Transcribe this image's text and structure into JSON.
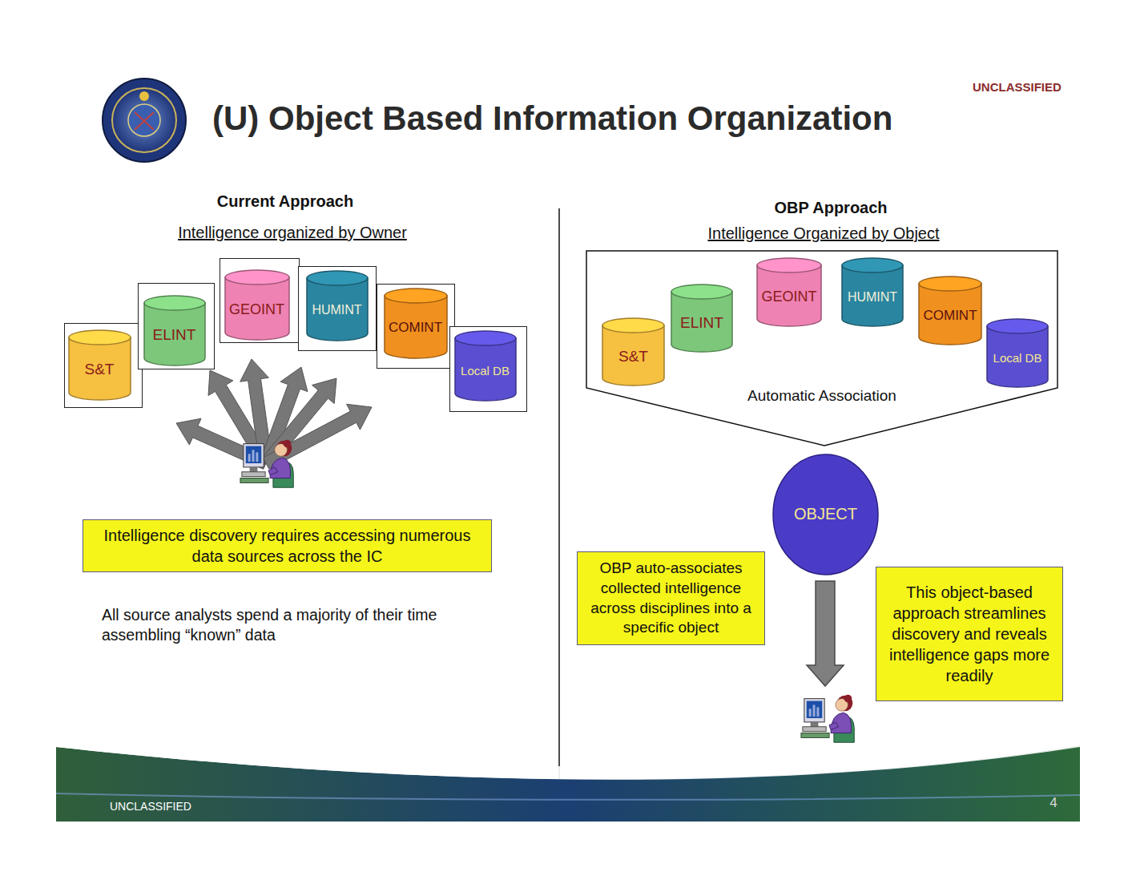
{
  "diagram": {
    "title": "(U) Object Based Information Organization",
    "nodes": [
      {
        "text": [
          "S&T"
        ]
      },
      {
        "text": [
          "ELINT"
        ]
      },
      {
        "text": [
          "GEOINT"
        ]
      },
      {
        "text": [
          "HUMINT"
        ]
      },
      {
        "text": [
          "COMINT"
        ]
      },
      {
        "text": [
          "Local DB"
        ]
      },
      {
        "text": [
          "Intelligence discovery requires accessing numerous data sources across the IC"
        ]
      },
      {
        "text": [
          "Automatic Association"
        ]
      },
      {
        "text": [
          "S&T"
        ],
        "in": 7
      },
      {
        "text": [
          "ELINT"
        ],
        "in": 7
      },
      {
        "text": [
          "GEOINT"
        ],
        "in": 7
      },
      {
        "text": [
          "HUMINT"
        ],
        "in": 7
      },
      {
        "text": [
          "COMINT"
        ],
        "in": 7
      },
      {
        "text": [
          "Local DB"
        ],
        "in": 7
      },
      {
        "text": [
          "OBJECT"
        ]
      },
      {
        "text": [
          "OBP auto-associates collected intelligence across disciplines into a specific object"
        ]
      },
      {
        "text": [
          "This object-based approach streamlines discovery and reveals intelligence gaps more readily"
        ]
      }
    ],
    "labels": [
      "UNCLASSIFIED",
      "Current Approach",
      "Intelligence organized by Owner",
      "All source analysts spend a majority of their time assembling “known” data",
      "OBP Approach",
      "Intelligence Organized by Object",
      "UNCLASSIFIED",
      "4"
    ]
  }
}
